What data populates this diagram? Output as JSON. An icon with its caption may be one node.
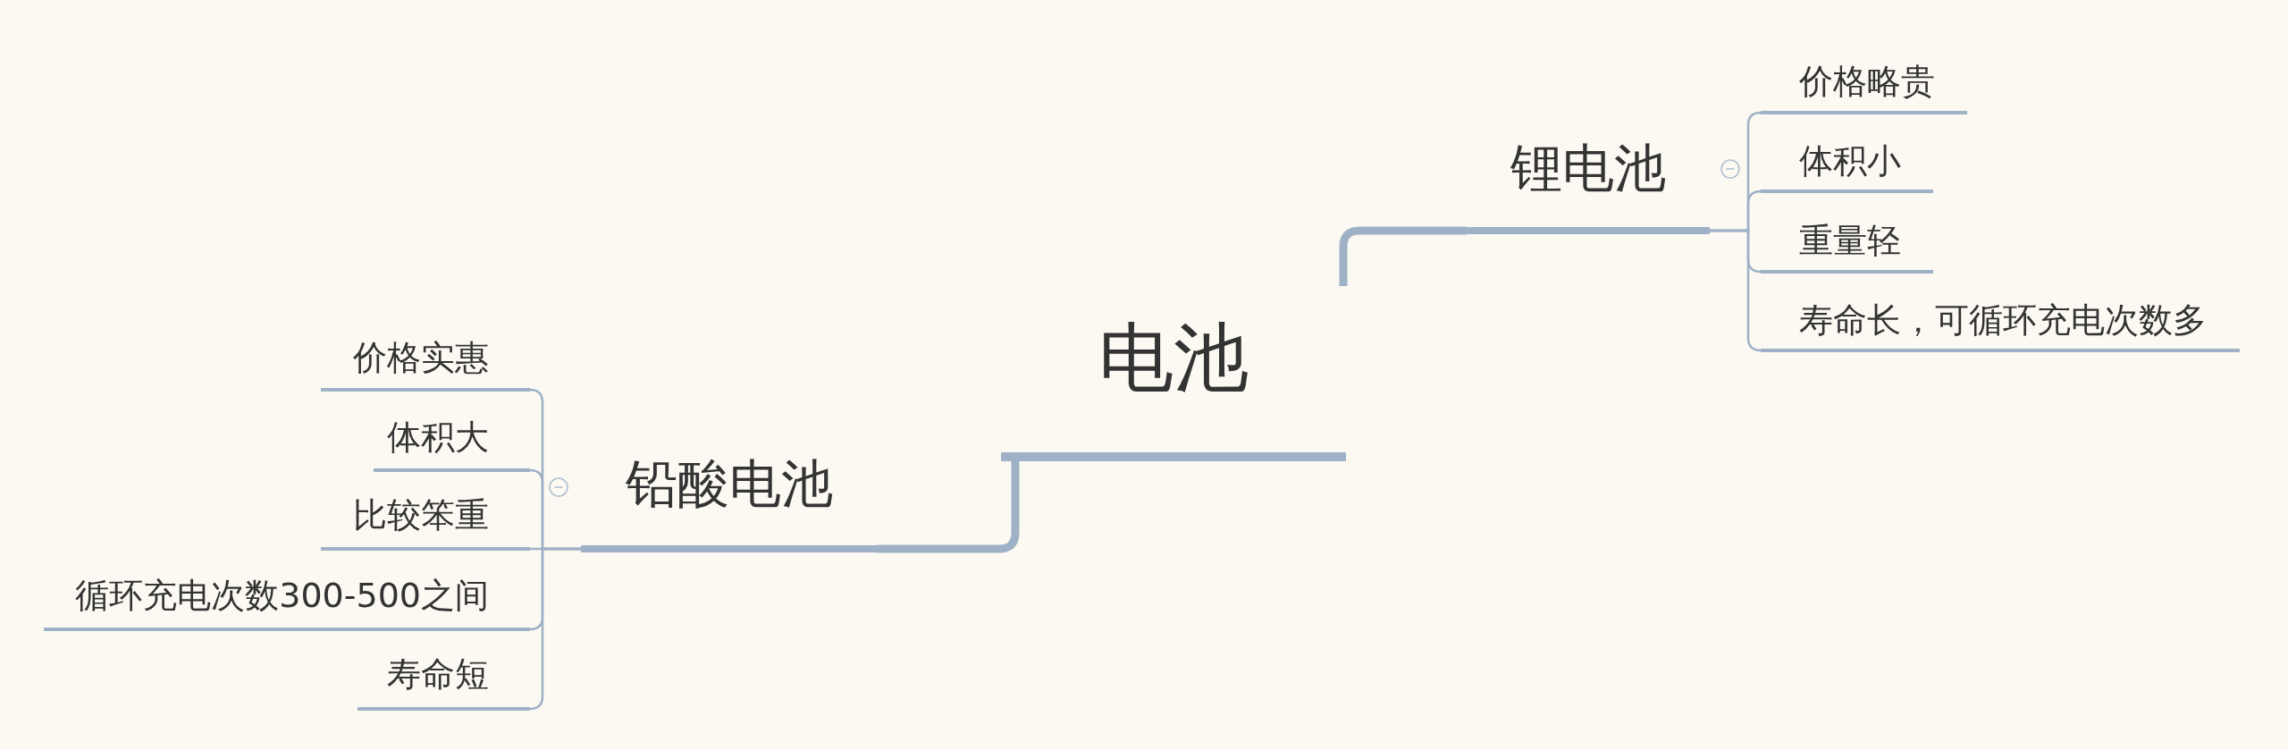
{
  "diagram": {
    "nodes": [
      {
        "text": [
          "电池"
        ]
      },
      {
        "text": [
          "锂电池"
        ]
      },
      {
        "text": [
          "价格略贵"
        ]
      },
      {
        "text": [
          "体积小"
        ]
      },
      {
        "text": [
          "重量轻"
        ]
      },
      {
        "text": [
          "寿命长，可循环充电次数多"
        ]
      },
      {
        "text": [
          "铅酸电池"
        ]
      },
      {
        "text": [
          "价格实惠"
        ]
      },
      {
        "text": [
          "体积大"
        ]
      },
      {
        "text": [
          "比较笨重"
        ]
      },
      {
        "text": [
          "循环充电次数300-500之间"
        ]
      },
      {
        "text": [
          "寿命短"
        ]
      }
    ],
    "edges": [
      {
        "from": 0,
        "to": 1,
        "arrow": "none",
        "style": "thick"
      },
      {
        "from": 1,
        "to": 2,
        "arrow": "none"
      },
      {
        "from": 1,
        "to": 3,
        "arrow": "none"
      },
      {
        "from": 1,
        "to": 4,
        "arrow": "none"
      },
      {
        "from": 1,
        "to": 5,
        "arrow": "none"
      },
      {
        "from": 0,
        "to": 6,
        "arrow": "none",
        "style": "thick"
      },
      {
        "from": 6,
        "to": 7,
        "arrow": "none"
      },
      {
        "from": 6,
        "to": 8,
        "arrow": "none"
      },
      {
        "from": 6,
        "to": 9,
        "arrow": "none"
      },
      {
        "from": 6,
        "to": 10,
        "arrow": "none"
      },
      {
        "from": 6,
        "to": 11,
        "arrow": "none"
      }
    ]
  }
}
